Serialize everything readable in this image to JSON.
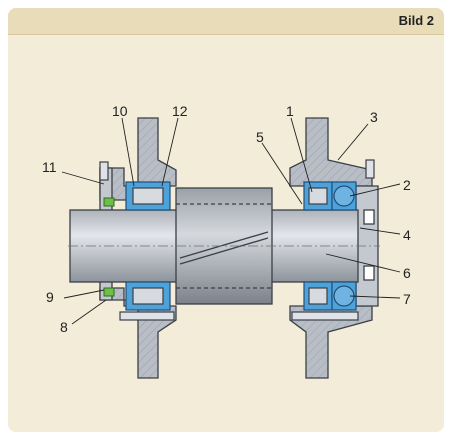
{
  "figure": {
    "label": "Bild 2"
  },
  "callouts": [
    "1",
    "2",
    "3",
    "4",
    "5",
    "6",
    "7",
    "8",
    "9",
    "10",
    "11",
    "12"
  ],
  "colors": {
    "panel": "#f3ecd9",
    "header": "#e9dcb8",
    "housing": "#b9bec6",
    "shaft": "#c9cdd3",
    "bearing_blue": "#4da3d9",
    "ball": "#6fb3e3",
    "seal_green": "#6cc04a",
    "outline": "#3a3f46"
  }
}
